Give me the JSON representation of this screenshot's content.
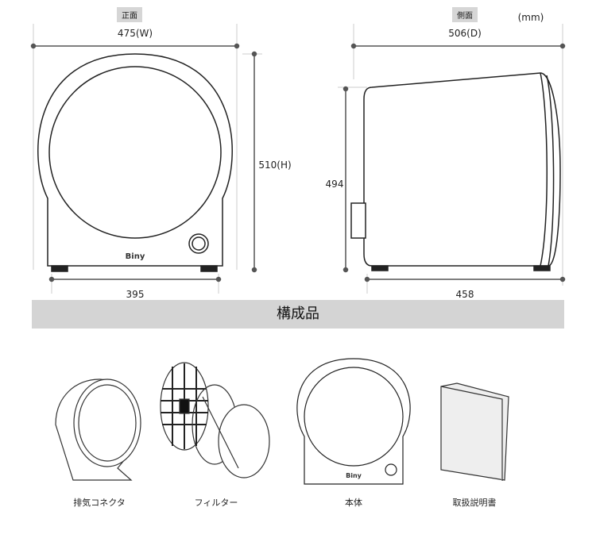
{
  "front": {
    "tag": "正面",
    "width_label": "475(W)",
    "height_label": "510(H)",
    "base_label": "395",
    "logo": "Biny"
  },
  "side": {
    "tag": "側面",
    "unit": "(mm)",
    "depth_label": "506(D)",
    "height_label": "494",
    "base_label": "458"
  },
  "components": {
    "title": "構成品",
    "items": [
      {
        "label": "排気コネクタ"
      },
      {
        "label": "フィルター"
      },
      {
        "label": "本体"
      },
      {
        "label": "取扱説明書"
      }
    ]
  }
}
